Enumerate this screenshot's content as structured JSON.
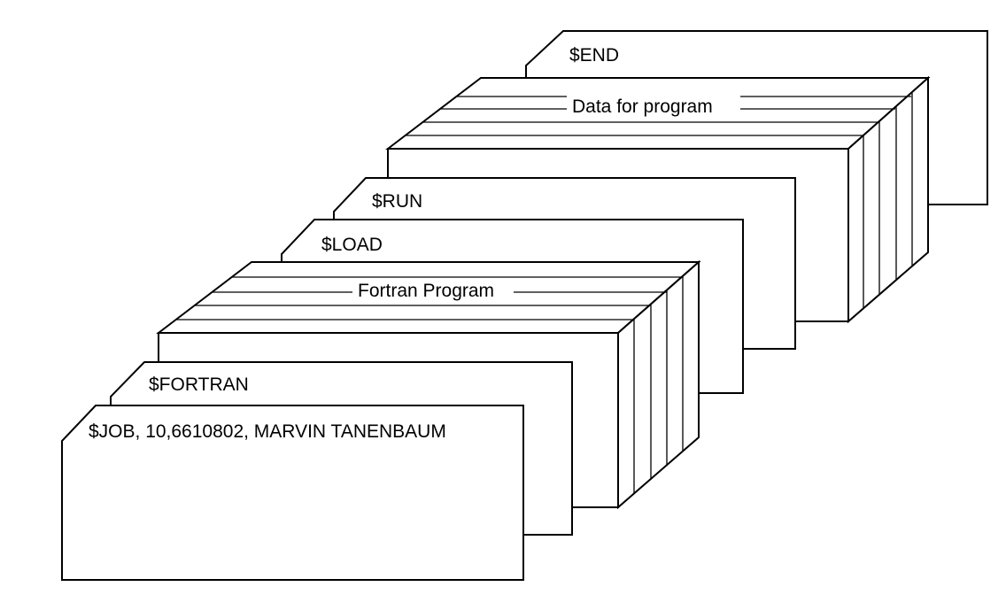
{
  "cards": {
    "job": "$JOB, 10,6610802, MARVIN TANENBAUM",
    "fortran": "$FORTRAN",
    "load": "$LOAD",
    "run": "$RUN",
    "end": "$END"
  },
  "decks": {
    "fortran_program": "Fortran Program",
    "data_for_program": "Data for program"
  }
}
